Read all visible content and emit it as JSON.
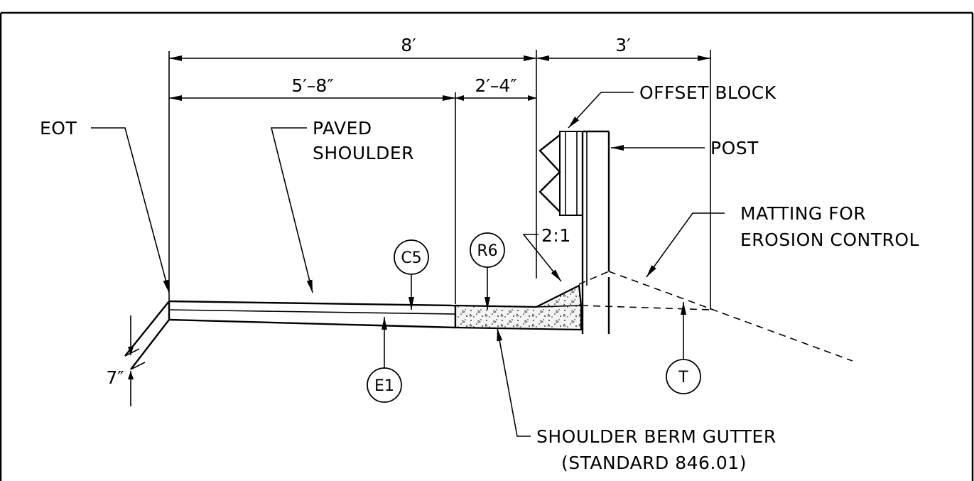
{
  "dimensions": {
    "overall": "8′",
    "paved": "5′–8″",
    "gutter": "2′–4″",
    "post_offset": "3′",
    "thickness": "7″",
    "slope": "2:1"
  },
  "callouts": {
    "offset_block": "OFFSET BLOCK",
    "post": "POST",
    "eot": "EOT",
    "paved_shoulder_line1": "PAVED",
    "paved_shoulder_line2": "SHOULDER",
    "matting_line1": "MATTING  FOR",
    "matting_line2": "EROSION  CONTROL",
    "berm_line1": "SHOULDER  BERM  GUTTER",
    "berm_line2": "(STANDARD  846.01)"
  },
  "tags": {
    "c5": "C5",
    "r6": "R6",
    "e1": "E1",
    "t": "T"
  }
}
